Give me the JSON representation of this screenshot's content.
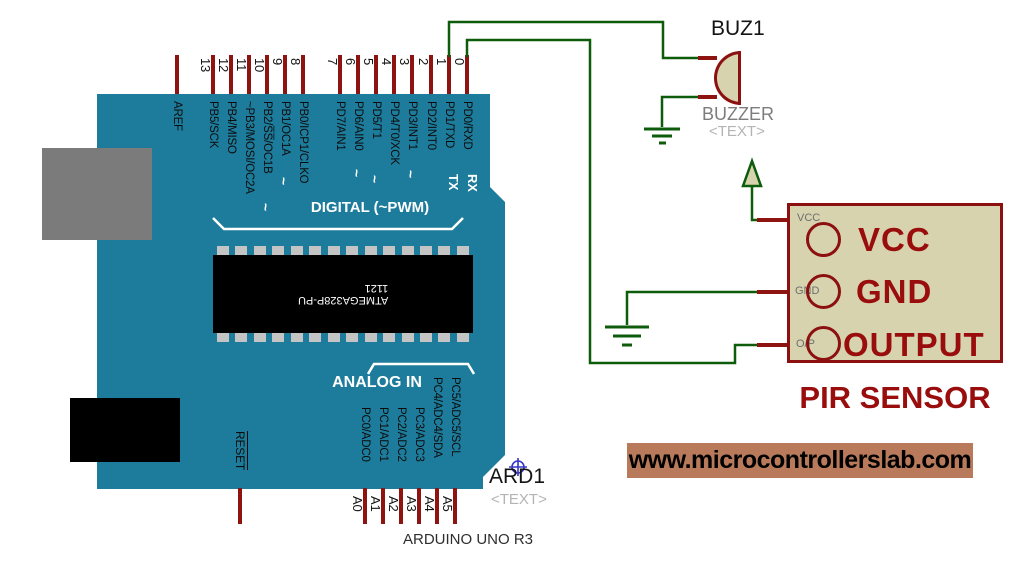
{
  "schematic": {
    "tool_style": "proteus-circuit",
    "colors": {
      "board": "#1d7c9b",
      "pin_stub": "#8e1412",
      "wire": "#0c5c0c",
      "component_outline": "#8c1010",
      "component_fill": "#d6d3ae",
      "red_text": "#9a0d0d",
      "banner_bg": "#b87a5a",
      "usb_grey": "#7b7b7b"
    }
  },
  "arduino": {
    "ref": "ARD1",
    "text_placeholder": "<TEXT>",
    "part_name": "ARDUINO UNO R3",
    "digital_header": "DIGITAL (~PWM)",
    "analog_header": "ANALOG IN",
    "aref_label": "AREF",
    "reset_label": "RESET",
    "pwm_mark": "~",
    "tx_label": "TX",
    "rx_label": "RX",
    "chip": {
      "line1": "ATMEGA328P-PU",
      "line2": "1121"
    },
    "top_pins": [
      {
        "num": "13",
        "label": "PB5/SCK"
      },
      {
        "num": "12",
        "label": "PB4/MISO"
      },
      {
        "num": "11",
        "label": "~PB3/MOSI/OC2A"
      },
      {
        "num": "10",
        "label": "PB2/S̅S̅/OC1B"
      },
      {
        "num": "9",
        "label": "PB1/OC1A"
      },
      {
        "num": "8",
        "label": "PB0/ICP1/CLKO"
      },
      {
        "num": "7",
        "label": "PD7/AIN1"
      },
      {
        "num": "6",
        "label": "PD6/AIN0"
      },
      {
        "num": "5",
        "label": "PD5/T1"
      },
      {
        "num": "4",
        "label": "PD4/T0/XCK"
      },
      {
        "num": "3",
        "label": "PD3/INT1"
      },
      {
        "num": "2",
        "label": "PD2/INT0"
      },
      {
        "num": "1",
        "label": "PD1/TXD"
      },
      {
        "num": "0",
        "label": "PD0/RXD"
      }
    ],
    "analog_pins": [
      {
        "num": "A0",
        "label": "PC0/ADC0"
      },
      {
        "num": "A1",
        "label": "PC1/ADC1"
      },
      {
        "num": "A2",
        "label": "PC2/ADC2"
      },
      {
        "num": "A3",
        "label": "PC3/ADC3"
      },
      {
        "num": "A4",
        "label": "PC4/ADC4/SDA"
      },
      {
        "num": "A5",
        "label": "PC5/ADC5/SCL"
      }
    ]
  },
  "buzzer": {
    "ref": "BUZ1",
    "type_label": "BUZZER",
    "text_placeholder": "<TEXT>"
  },
  "pir": {
    "title": "PIR SENSOR",
    "pins": [
      {
        "small": "VCC",
        "big": "VCC"
      },
      {
        "small": "GND",
        "big": "GND"
      },
      {
        "small": "O/P",
        "big": "OUTPUT"
      }
    ]
  },
  "banner": {
    "text": "www.microcontrollerslab.com"
  }
}
